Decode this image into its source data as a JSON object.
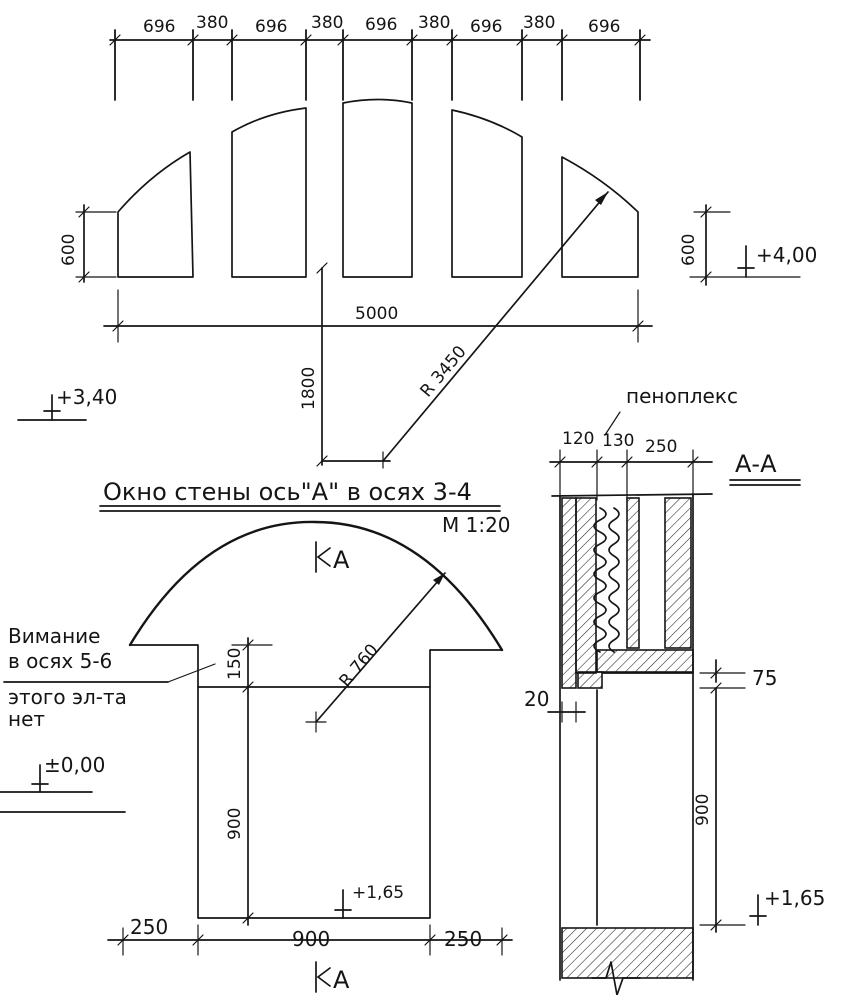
{
  "top_elevation": {
    "dims_top": [
      "696",
      "380",
      "696",
      "380",
      "696",
      "380",
      "696",
      "380",
      "696"
    ],
    "dim_width": "5000",
    "dim_height_left": "600",
    "dim_height_right": "600",
    "dim_rise": "1800",
    "radius": "R 3450",
    "level_upper": "+4,00",
    "level_lower": "+3,40",
    "caption": "Окно стены ось\"А\" в осях 3-4",
    "scale": "М 1:20"
  },
  "front_view": {
    "section_mark_top": "А",
    "section_mark_bottom": "А",
    "radius": "R 760",
    "dim_150": "150",
    "dim_900_vertical": "900",
    "dim_left": "250",
    "dim_middle": "900",
    "dim_right": "250",
    "level_sill": "+1,65",
    "level_zero": "±0,00"
  },
  "note": {
    "line1": "Вимание",
    "line2": "в осях 5-6",
    "line3": "этого эл-та",
    "line4": "нет"
  },
  "section": {
    "title": "А-А",
    "material": "пеноплекс",
    "dim_120": "120",
    "dim_130": "130",
    "dim_250": "250",
    "dim_75": "75",
    "dim_20": "20",
    "dim_900": "900",
    "level_sill": "+1,65"
  }
}
